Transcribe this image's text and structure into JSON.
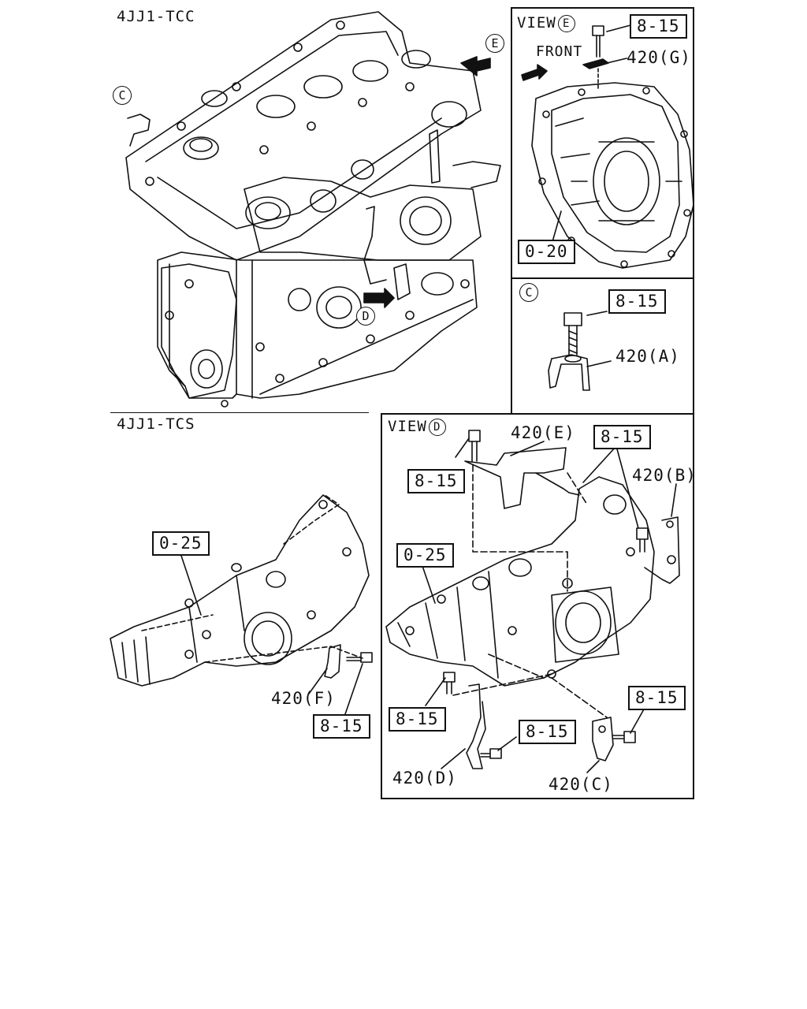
{
  "tcc_label": "4JJ1-TCC",
  "tcs_label": "4JJ1-TCS",
  "main_view": {
    "callout_c": "C",
    "callout_d": "D",
    "callout_e": "E"
  },
  "view_e": {
    "view_word": "VIEW",
    "view_letter": "E",
    "front_label": "FRONT",
    "bolt_ref": "8-15",
    "part_g": "420(G)",
    "cover_ref": "0-20"
  },
  "view_c": {
    "letter": "C",
    "bolt_ref": "8-15",
    "part_a": "420(A)"
  },
  "tcs_view": {
    "manifold_ref": "0-25",
    "part_f": "420(F)",
    "bolt_ref": "8-15"
  },
  "view_d": {
    "view_word": "VIEW",
    "view_letter": "D",
    "part_e": "420(E)",
    "bolt_ref_top_right": "8-15",
    "part_b": "420(B)",
    "bolt_ref_left": "8-15",
    "manifold_ref": "0-25",
    "bolt_ref_lower_left": "8-15",
    "bolt_ref_lower_mid": "8-15",
    "bolt_ref_lower_right": "8-15",
    "part_d": "420(D)",
    "part_c": "420(C)"
  }
}
